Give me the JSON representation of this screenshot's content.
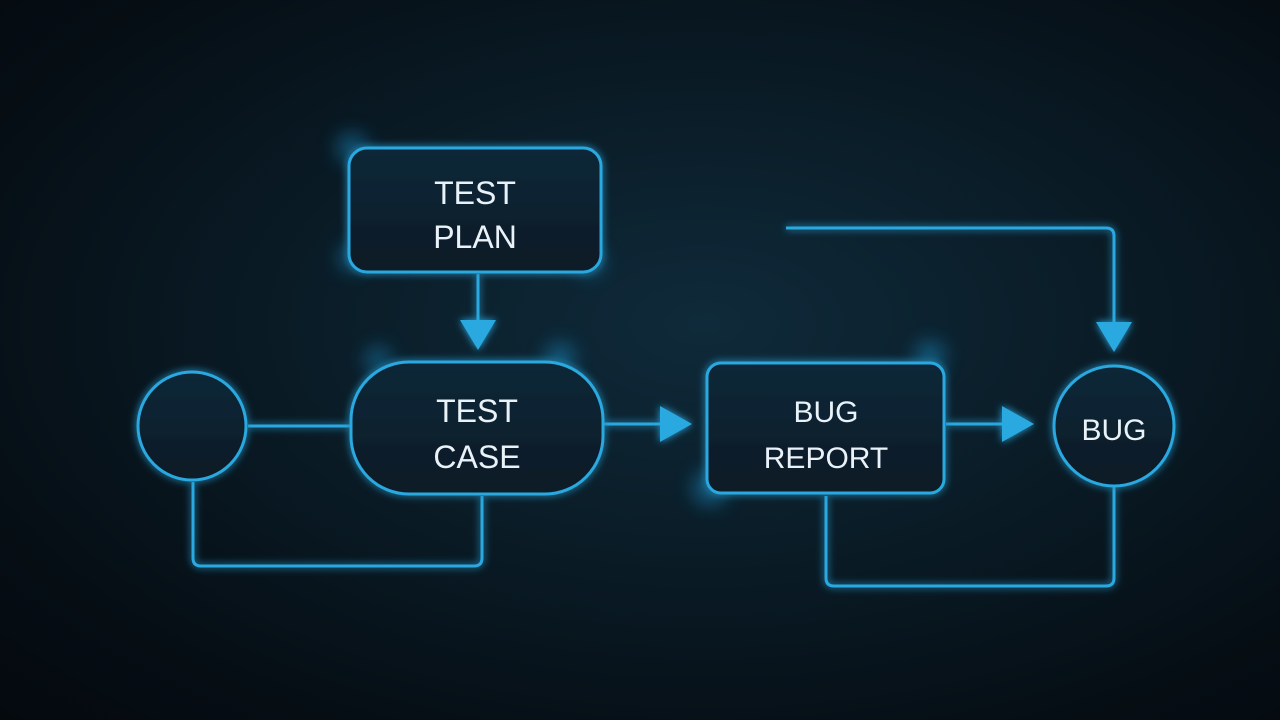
{
  "colors": {
    "accent": "#29a8e0",
    "glow": "#1e9ad6",
    "node_fill": "#0b2230",
    "text": "#e8f2f8"
  },
  "nodes": {
    "test_plan": {
      "line1": "TEST",
      "line2": "PLAN"
    },
    "test_case": {
      "line1": "TEST",
      "line2": "CASE"
    },
    "bug_report": {
      "line1": "BUG",
      "line2": "REPORT"
    },
    "bug": {
      "label": "BUG"
    },
    "start": {
      "label": ""
    }
  },
  "edges": [
    {
      "from": "test_plan",
      "to": "test_case",
      "arrow": true
    },
    {
      "from": "start",
      "to": "test_case",
      "arrow": false
    },
    {
      "from": "test_case",
      "to": "bug_report",
      "arrow": true
    },
    {
      "from": "bug_report",
      "to": "bug",
      "arrow": true
    },
    {
      "from": "top-line",
      "to": "bug",
      "arrow": true
    },
    {
      "from": "start",
      "to": "test_case",
      "arrow": false,
      "route": "bottom-loop"
    },
    {
      "from": "bug_report",
      "to": "bug",
      "arrow": false,
      "route": "bottom-loop"
    }
  ]
}
